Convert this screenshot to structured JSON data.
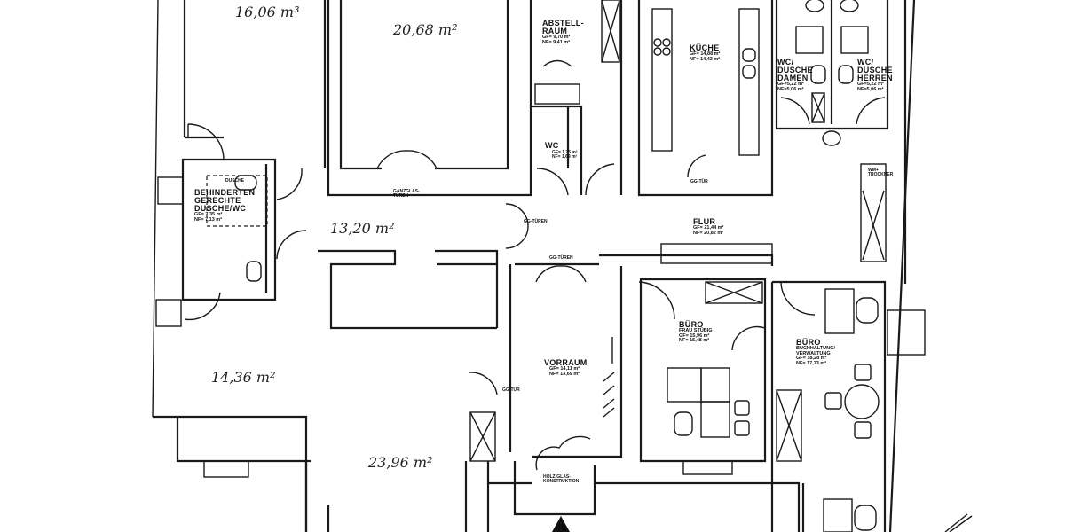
{
  "plan": {
    "handwritten_areas": [
      {
        "id": "room-top-left",
        "text": "16,06 m³"
      },
      {
        "id": "room-top-center",
        "text": "20,68 m²"
      },
      {
        "id": "hall-center",
        "text": "13,20 m²"
      },
      {
        "id": "room-lower-left",
        "text": "14,36 m²"
      },
      {
        "id": "room-bottom-center",
        "text": "23,96 m²"
      }
    ],
    "rooms": {
      "abstellraum": {
        "name_1": "ABSTELL-",
        "name_2": "RAUM",
        "gf": "GF= 9,70 m²",
        "nf": "NF= 9,41 m²"
      },
      "kueche": {
        "name": "KÜCHE",
        "gf": "GF= 14,88 m²",
        "nf": "NF= 14,43 m²"
      },
      "wc_damen": {
        "name_1": "WC/",
        "name_2": "DUSCHE",
        "name_3": "DAMEN",
        "gf": "GF=5,22 m²",
        "nf": "NF=5,06 m²"
      },
      "wc_herren": {
        "name_1": "WC/",
        "name_2": "DUSCHE",
        "name_3": "HERREN",
        "gf": "GF=5,22 m²",
        "nf": "NF=5,06 m²"
      },
      "wc": {
        "name": "WC",
        "gf": "GF= 1,75 m²",
        "nf": "NF= 1,69 m²"
      },
      "behinderten_wc": {
        "name_1": "BEHINDERTEN",
        "name_2": "GERECHTE",
        "name_3": "DUSCHE/WC",
        "gf": "GF= 7,35 m²",
        "nf": "NF= 7,13 m²",
        "shower_label": "DUSCHE"
      },
      "flur": {
        "name": "FLUR",
        "gf": "GF= 21,44 m²",
        "nf": "NF= 20,82 m²"
      },
      "buero_stuebig": {
        "name": "BÜRO",
        "sub": "FRAU STÜBIG",
        "gf": "GF= 15,96 m²",
        "nf": "NF= 15,48 m²"
      },
      "buero_buchhaltung": {
        "name": "BÜRO",
        "sub_1": "BUCHHALTUNG/",
        "sub_2": "VERWALTUNG",
        "gf": "GF= 18,28 m²",
        "nf": "NF= 17,73 m²"
      },
      "vorraum": {
        "name": "VORRAUM",
        "gf": "GF= 14,11 m²",
        "nf": "NF= 13,69 m²"
      }
    },
    "annotations": {
      "ganzglas_tueren_1": "GANZGLAS-",
      "ganzglas_tueren_2": "TÜREN",
      "gg_tueren_1": "GG-TÜREN",
      "gg_tueren_2": "GG-TÜREN",
      "gg_tuer_kueche": "GG-TÜR",
      "gg_tuer_vorraum": "GG-TÜR",
      "holz_glas_1": "HOLZ-GLAS-",
      "holz_glas_2": "KONSTRUKTION",
      "wm_trockner_1": "WM+",
      "wm_trockner_2": "TROCKNER"
    }
  }
}
